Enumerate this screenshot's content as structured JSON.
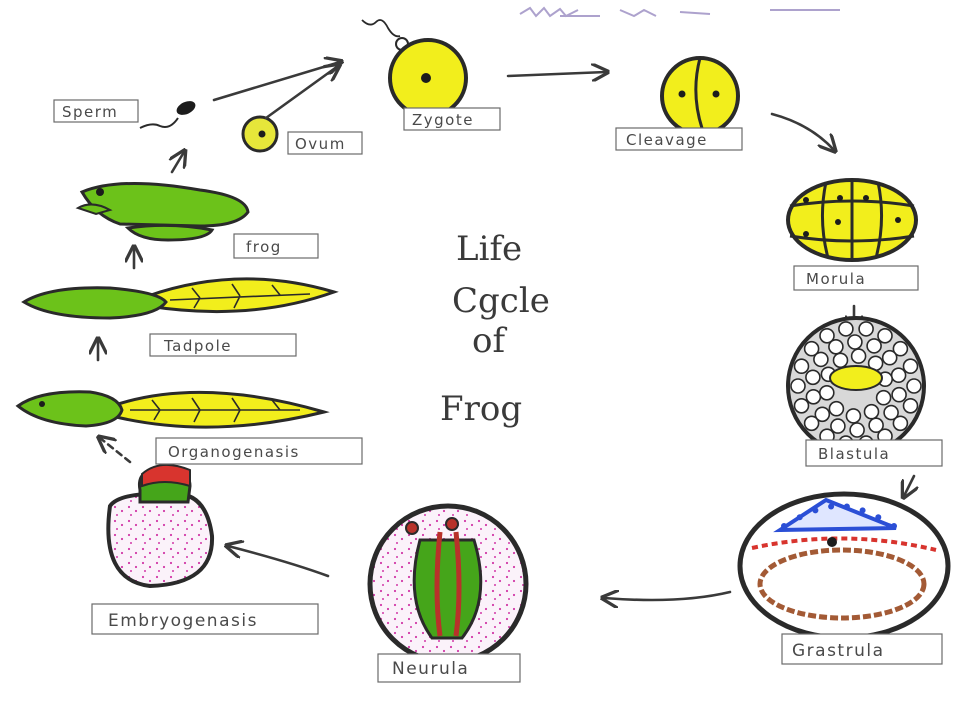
{
  "title": {
    "line1": "Life",
    "line2": "Cgcle",
    "line3": "of",
    "line4": "Frog"
  },
  "stages": {
    "sperm": "Sperm",
    "ovum": "Ovum",
    "zygote": "Zygote",
    "cleavage": "Cleavage",
    "morula": "Morula",
    "blastula": "Blastula",
    "gastrula": "Grastrula",
    "neurula": "Neurula",
    "embryogenesis": "Embryogenasis",
    "organogenesis": "Organogenasis",
    "tadpole": "Tadpole",
    "frog": "frog"
  },
  "colors": {
    "yolk_yellow": "#f2ee1c",
    "leaf_green": "#6cc21a",
    "dark_green": "#3f8f12",
    "pink_dots": "#d23aa8",
    "gastrula_blue": "#2b4fd6",
    "gastrula_red": "#d8342e",
    "gastrula_brown": "#a35a35",
    "neurula_red": "#b8322a",
    "outline": "#2a2a2a"
  }
}
